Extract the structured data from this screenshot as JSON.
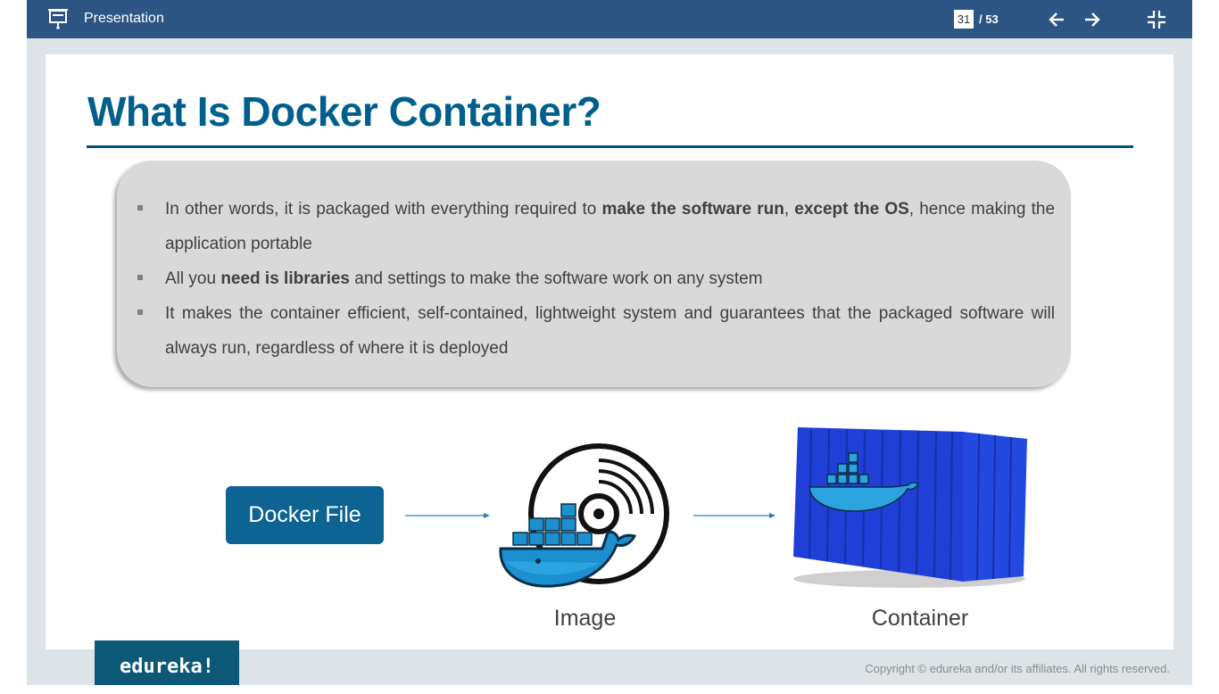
{
  "app": {
    "title": "Presentation",
    "icon": "presentation-icon"
  },
  "pager": {
    "current": "31",
    "total": "/ 53"
  },
  "nav": {
    "prev_icon": "arrow-left-icon",
    "next_icon": "arrow-right-icon",
    "exit_icon": "exit-fullscreen-icon"
  },
  "slide": {
    "title": "What Is Docker Container?",
    "bullets": [
      {
        "parts": [
          "In other words, it is packaged with everything required to ",
          "make the software run",
          ", ",
          "except the OS",
          ", hence making the application portable"
        ]
      },
      {
        "parts": [
          "All you ",
          "need is libraries",
          " and settings to make the software work on any system"
        ]
      },
      {
        "parts": [
          "It makes the container efficient, self-contained, lightweight system and guarantees that the packaged software will always run, regardless of where it is deployed"
        ]
      }
    ],
    "diagram": {
      "docker_file": "Docker File",
      "image_label": "Image",
      "container_label": "Container"
    }
  },
  "footer": {
    "brand": "edureka!",
    "copyright": "Copyright © edureka and/or its affiliates. All rights reserved."
  },
  "colors": {
    "topbar": "#2d5584",
    "title": "#005f8c",
    "docker_blue": "#2496ed",
    "container_blue": "#1f3fd6",
    "brand": "#0d5877"
  }
}
